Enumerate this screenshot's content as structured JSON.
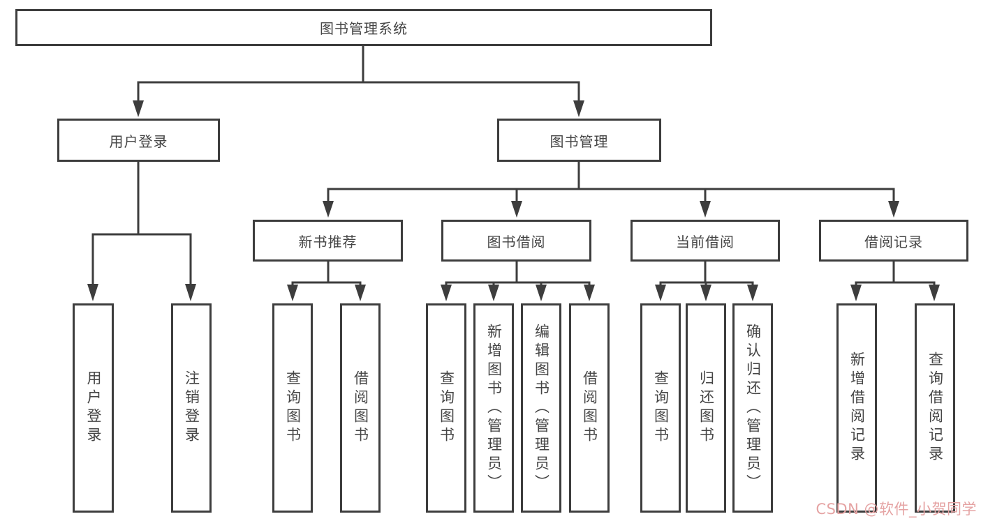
{
  "diagram": {
    "root": {
      "label": "图书管理系统"
    },
    "level2": [
      {
        "id": "user-login",
        "label": "用户登录"
      },
      {
        "id": "book-management",
        "label": "图书管理"
      }
    ],
    "level3": [
      {
        "id": "new-book-recommend",
        "label": "新书推荐",
        "parent": "book-management"
      },
      {
        "id": "book-borrow",
        "label": "图书借阅",
        "parent": "book-management"
      },
      {
        "id": "current-borrow",
        "label": "当前借阅",
        "parent": "book-management"
      },
      {
        "id": "borrow-records",
        "label": "借阅记录",
        "parent": "book-management"
      }
    ],
    "leaves": [
      {
        "parent": "user-login",
        "label": "用户登录"
      },
      {
        "parent": "user-login",
        "label": "注销登录"
      },
      {
        "parent": "new-book-recommend",
        "label": "查询图书"
      },
      {
        "parent": "new-book-recommend",
        "label": "借阅图书"
      },
      {
        "parent": "book-borrow",
        "label": "查询图书"
      },
      {
        "parent": "book-borrow",
        "label": "新增图书（管理员）"
      },
      {
        "parent": "book-borrow",
        "label": "编辑图书（管理员）"
      },
      {
        "parent": "book-borrow",
        "label": "借阅图书"
      },
      {
        "parent": "current-borrow",
        "label": "查询图书"
      },
      {
        "parent": "current-borrow",
        "label": "归还图书"
      },
      {
        "parent": "current-borrow",
        "label": "确认归还（管理员）"
      },
      {
        "parent": "borrow-records",
        "label": "新增借阅记录"
      },
      {
        "parent": "borrow-records",
        "label": "查询借阅记录"
      }
    ]
  },
  "watermark": {
    "text": "CSDN @软件_小贺同学"
  },
  "colors": {
    "line": "#3d3d3d",
    "border": "#3d3d3d",
    "text": "#454545",
    "background": "#ffffff",
    "watermark": "#e5a3a3"
  }
}
